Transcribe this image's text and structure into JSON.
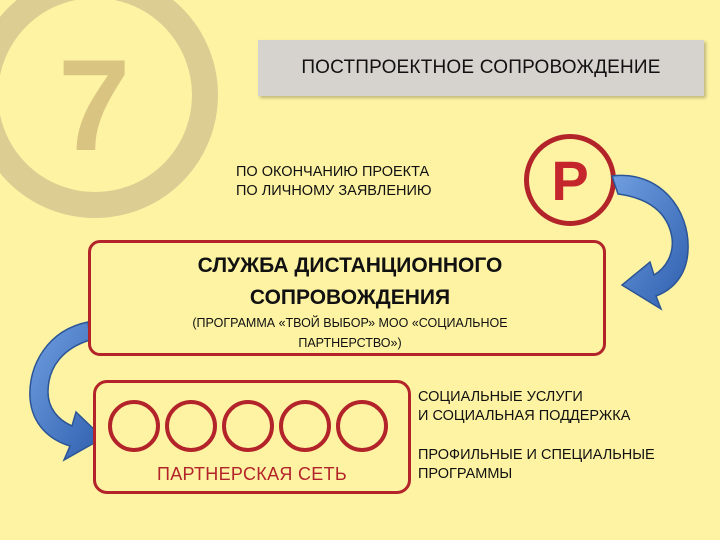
{
  "logo": {
    "digit": "7",
    "icon": "number-seven-logo"
  },
  "title": "ПОСТПРОЕКТНОЕ СОПРОВОЖДЕНИЕ",
  "note": {
    "line1": "ПО ОКОНЧАНИЮ ПРОЕКТА",
    "line2": "ПО ЛИЧНОМУ ЗАЯВЛЕНИЮ"
  },
  "badge": {
    "letter": "Р"
  },
  "service": {
    "title_line1": "СЛУЖБА ДИСТАНЦИОННОГО",
    "title_line2": "СОПРОВОЖДЕНИЯ",
    "subtitle_line1": "(ПРОГРАММА «ТВОЙ ВЫБОР» МОО «СОЦИАЛЬНОЕ",
    "subtitle_line2": "ПАРТНЕРСТВО»)"
  },
  "network": {
    "label": "ПАРТНЕРСКАЯ СЕТЬ",
    "ring_count": 5
  },
  "items": [
    {
      "line1": "СОЦИАЛЬНЫЕ УСЛУГИ",
      "line2": "И  СОЦИАЛЬНАЯ ПОДДЕРЖКА"
    },
    {
      "line1": "ПРОФИЛЬНЫЕ И СПЕЦИАЛЬНЫЕ",
      "line2": "ПРОГРАММЫ"
    }
  ],
  "colors": {
    "background": "#fdf3a3",
    "accent_red": "#b3242a",
    "arrow_blue": "#4d7fc9",
    "logo_tan": "#d8c98f"
  }
}
